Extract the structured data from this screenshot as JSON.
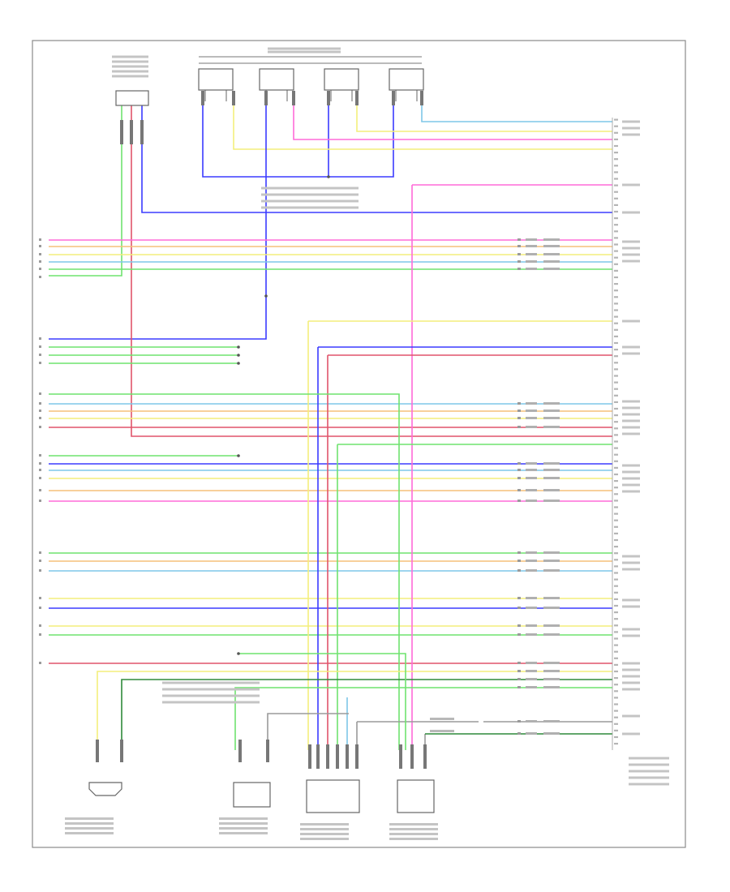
{
  "footer_code": "",
  "colors": {
    "frame": "#8a8a8a",
    "wire_blue": "#3b3bff",
    "wire_green": "#6fe36f",
    "wire_pink": "#ff6bd9",
    "wire_red": "#e0546b",
    "wire_yellow": "#f3ee7c",
    "wire_orange": "#f6c07a",
    "wire_lightblue": "#7fc7e8",
    "wire_gray": "#9a9a9a",
    "wire_darkgreen": "#2f8a3a",
    "component": "#666666"
  },
  "components": [
    {
      "id": "upper-left-sensor",
      "icon": "connector-icon"
    },
    {
      "id": "top-relay-module",
      "icon": "relay-block-icon"
    },
    {
      "id": "bottom-left-sensor",
      "icon": "sensor-icon"
    },
    {
      "id": "bottom-center-sensor",
      "icon": "sensor-icon"
    },
    {
      "id": "oxygen-sensor-1",
      "icon": "sensor-icon"
    },
    {
      "id": "oxygen-sensor-2",
      "icon": "sensor-icon"
    },
    {
      "id": "powertrain-control-module",
      "icon": "pin-strip-icon"
    }
  ]
}
